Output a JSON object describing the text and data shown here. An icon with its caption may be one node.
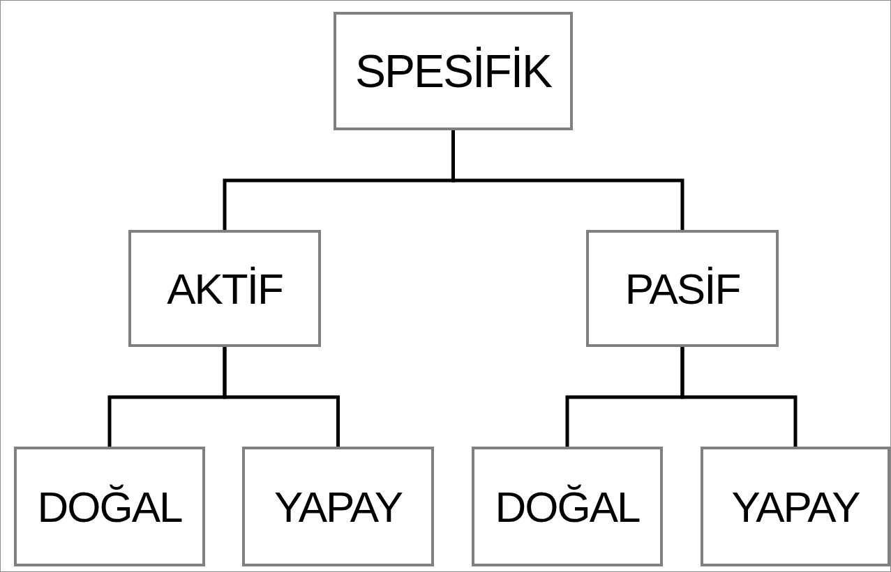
{
  "diagram": {
    "nodes": [
      {
        "text": [
          "SPESİFİK"
        ]
      },
      {
        "text": [
          "AKTİF"
        ]
      },
      {
        "text": [
          "PASİF"
        ]
      },
      {
        "text": [
          "DOĞAL"
        ]
      },
      {
        "text": [
          "YAPAY"
        ]
      },
      {
        "text": [
          "DOĞAL"
        ]
      },
      {
        "text": [
          "YAPAY"
        ]
      }
    ],
    "edges": [
      {
        "from": 0,
        "to": 1,
        "arrow": "none"
      },
      {
        "from": 0,
        "to": 2,
        "arrow": "none"
      },
      {
        "from": 1,
        "to": 3,
        "arrow": "none"
      },
      {
        "from": 1,
        "to": 4,
        "arrow": "none"
      },
      {
        "from": 2,
        "to": 5,
        "arrow": "none"
      },
      {
        "from": 2,
        "to": 6,
        "arrow": "none"
      }
    ]
  }
}
